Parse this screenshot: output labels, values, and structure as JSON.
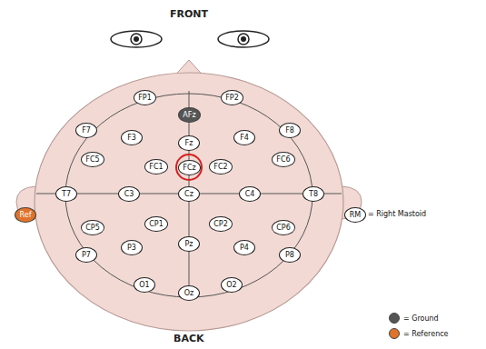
{
  "diagram": {
    "nodes": [
      {
        "text": [
          "FP1"
        ]
      },
      {
        "text": [
          "FP2"
        ]
      },
      {
        "text": [
          "AFz"
        ]
      },
      {
        "text": [
          "F7"
        ]
      },
      {
        "text": [
          "F3"
        ]
      },
      {
        "text": [
          "Fz"
        ]
      },
      {
        "text": [
          "F4"
        ]
      },
      {
        "text": [
          "F8"
        ]
      },
      {
        "text": [
          "FC5"
        ]
      },
      {
        "text": [
          "FC1"
        ]
      },
      {
        "text": [
          "FCz"
        ]
      },
      {
        "text": [
          "FC2"
        ]
      },
      {
        "text": [
          "FC6"
        ]
      },
      {
        "text": [
          "T7"
        ]
      },
      {
        "text": [
          "C3"
        ]
      },
      {
        "text": [
          "Cz"
        ]
      },
      {
        "text": [
          "C4"
        ]
      },
      {
        "text": [
          "T8"
        ]
      },
      {
        "text": [
          "Ref"
        ]
      },
      {
        "text": [
          "RM"
        ]
      },
      {
        "text": [
          "CP5"
        ]
      },
      {
        "text": [
          "CP1"
        ]
      },
      {
        "text": [
          "CP2"
        ]
      },
      {
        "text": [
          "CP6"
        ]
      },
      {
        "text": [
          "P7"
        ]
      },
      {
        "text": [
          "P3"
        ]
      },
      {
        "text": [
          "Pz"
        ]
      },
      {
        "text": [
          "P4"
        ]
      },
      {
        "text": [
          "P8"
        ]
      },
      {
        "text": [
          "O1"
        ]
      },
      {
        "text": [
          "Oz"
        ]
      },
      {
        "text": [
          "O2"
        ]
      }
    ],
    "labels": [
      "FRONT",
      "BACK",
      "= Right Mastoid"
    ],
    "legend": [
      {
        "text": "= Ground",
        "color": "#555555"
      },
      {
        "text": "= Reference",
        "color": "#e0722a"
      }
    ]
  }
}
